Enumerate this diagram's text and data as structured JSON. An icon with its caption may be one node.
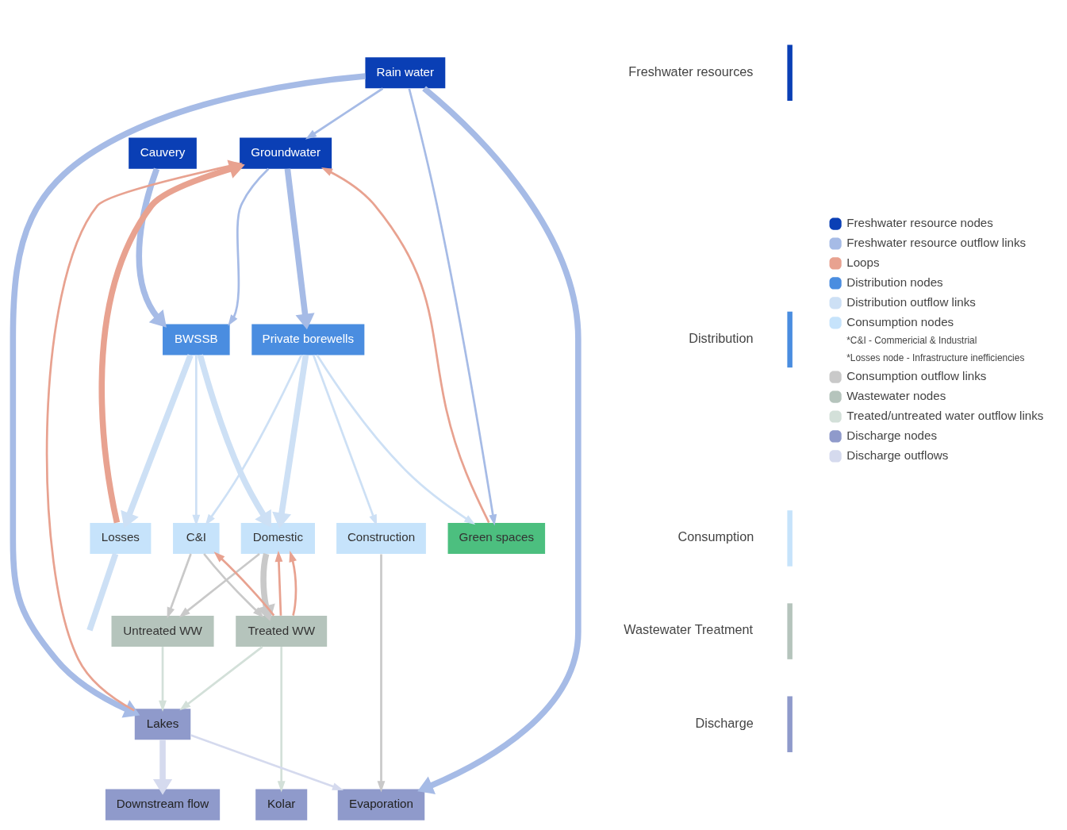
{
  "diagram": {
    "nodes": [
      {
        "text": [
          "Rain water"
        ]
      },
      {
        "text": [
          "Groundwater"
        ]
      },
      {
        "text": [
          "Cauvery"
        ]
      },
      {
        "text": [
          "Private borewells"
        ]
      },
      {
        "text": [
          "BWSSB"
        ]
      },
      {
        "text": [
          "Green spaces"
        ]
      },
      {
        "text": [
          "Construction"
        ]
      },
      {
        "text": [
          "C&I"
        ]
      },
      {
        "text": [
          "Domestic"
        ]
      },
      {
        "text": [
          "Losses"
        ]
      },
      {
        "text": [
          "Untreated WW"
        ]
      },
      {
        "text": [
          "Treated WW"
        ]
      },
      {
        "text": [
          "Lakes"
        ]
      },
      {
        "text": [
          "Evaporation"
        ]
      },
      {
        "text": [
          "Downstream flow"
        ]
      },
      {
        "text": [
          "Kolar"
        ]
      }
    ],
    "edges": [
      {
        "from": 0,
        "to": 13,
        "arrow": "to",
        "style": "thick",
        "color": "#a6bbe6"
      },
      {
        "from": 0,
        "to": 5,
        "arrow": "to",
        "color": "#a6bbe6"
      },
      {
        "from": 0,
        "to": 12,
        "arrow": "to",
        "style": "thick",
        "color": "#a6bbe6"
      },
      {
        "from": 0,
        "to": 1,
        "arrow": "to",
        "color": "#a6bbe6"
      },
      {
        "from": 1,
        "to": 3,
        "arrow": "to",
        "style": "thick",
        "color": "#a6bbe6"
      },
      {
        "from": 1,
        "to": 4,
        "arrow": "to",
        "color": "#a6bbe6"
      },
      {
        "from": 2,
        "to": 4,
        "arrow": "to",
        "style": "thick",
        "color": "#a6bbe6"
      },
      {
        "from": 3,
        "to": 5,
        "arrow": "to",
        "color": "#cde0f5"
      },
      {
        "from": 3,
        "to": 6,
        "arrow": "to",
        "color": "#cde0f5"
      },
      {
        "from": 3,
        "to": 7,
        "arrow": "to",
        "color": "#cde0f5"
      },
      {
        "from": 3,
        "to": 8,
        "arrow": "to",
        "style": "thick",
        "color": "#cde0f5"
      },
      {
        "from": 4,
        "to": 7,
        "arrow": "to",
        "color": "#cde0f5"
      },
      {
        "from": 4,
        "to": 8,
        "arrow": "to",
        "style": "thick",
        "color": "#cde0f5"
      },
      {
        "from": 4,
        "to": 9,
        "arrow": "to",
        "style": "thick",
        "color": "#cde0f5"
      },
      {
        "from": 9,
        "to": null,
        "arrow": "none",
        "style": "thick",
        "color": "#cde0f5"
      },
      {
        "from": 9,
        "to": 1,
        "arrow": "to",
        "style": "thick",
        "color": "#e8a290"
      },
      {
        "from": 12,
        "to": 1,
        "arrow": "to",
        "color": "#e8a290"
      },
      {
        "from": 5,
        "to": 1,
        "arrow": "to",
        "color": "#e8a290"
      },
      {
        "from": 11,
        "to": 7,
        "arrow": "to",
        "color": "#e8a290"
      },
      {
        "from": 11,
        "to": 8,
        "arrow": "to",
        "color": "#e8a290"
      },
      {
        "from": 11,
        "to": 8,
        "arrow": "to",
        "color": "#e8a290"
      },
      {
        "from": 7,
        "to": 10,
        "arrow": "to",
        "color": "#c9c9c9"
      },
      {
        "from": 7,
        "to": 11,
        "arrow": "to",
        "color": "#c9c9c9"
      },
      {
        "from": 8,
        "to": 10,
        "arrow": "to",
        "color": "#c9c9c9"
      },
      {
        "from": 8,
        "to": 11,
        "arrow": "to",
        "style": "thick",
        "color": "#c9c9c9"
      },
      {
        "from": 6,
        "to": 13,
        "arrow": "to",
        "color": "#c9c9c9"
      },
      {
        "from": 10,
        "to": 12,
        "arrow": "to",
        "color": "#d3e0d9"
      },
      {
        "from": 11,
        "to": 12,
        "arrow": "to",
        "color": "#d3e0d9"
      },
      {
        "from": 11,
        "to": 15,
        "arrow": "to",
        "color": "#d3e0d9"
      },
      {
        "from": 12,
        "to": 13,
        "arrow": "to",
        "color": "#d5daee"
      },
      {
        "from": 12,
        "to": 14,
        "arrow": "to",
        "style": "thick",
        "color": "#d5daee"
      }
    ],
    "labels": [
      "Freshwater resources",
      "Distribution",
      "Consumption",
      "Wastewater Treatment",
      "Discharge",
      "*C&I - Commericial & Industrial",
      "*Losses node - Infrastructure inefficiencies"
    ],
    "legend": [
      {
        "text": "Freshwater resource nodes",
        "color": "#0a3fb5"
      },
      {
        "text": "Freshwater resource outflow links",
        "color": "#a6bbe6"
      },
      {
        "text": "Loops",
        "color": "#e8a290"
      },
      {
        "text": "Distribution nodes",
        "color": "#4a8de0"
      },
      {
        "text": "Distribution outflow links",
        "color": "#cde0f5"
      },
      {
        "text": "Consumption nodes",
        "color": "#c6e3fb"
      },
      {
        "text": "Consumption outflow links",
        "color": "#c9c9c9"
      },
      {
        "text": "Wastewater nodes",
        "color": "#b5c4bc"
      },
      {
        "text": "Treated/untreated water outflow links",
        "color": "#d3e0d9"
      },
      {
        "text": "Discharge nodes",
        "color": "#8f9acb"
      },
      {
        "text": "Discharge outflows",
        "color": "#d5daee"
      }
    ]
  }
}
